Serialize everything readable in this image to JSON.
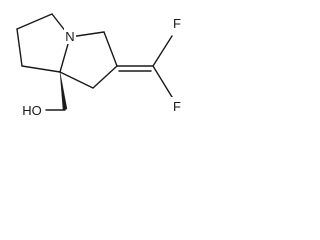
{
  "molecule": {
    "atoms": {
      "nitrogen": "N",
      "fluorine_top": "F",
      "fluorine_bottom": "F",
      "hydroxyl": "HO"
    }
  }
}
